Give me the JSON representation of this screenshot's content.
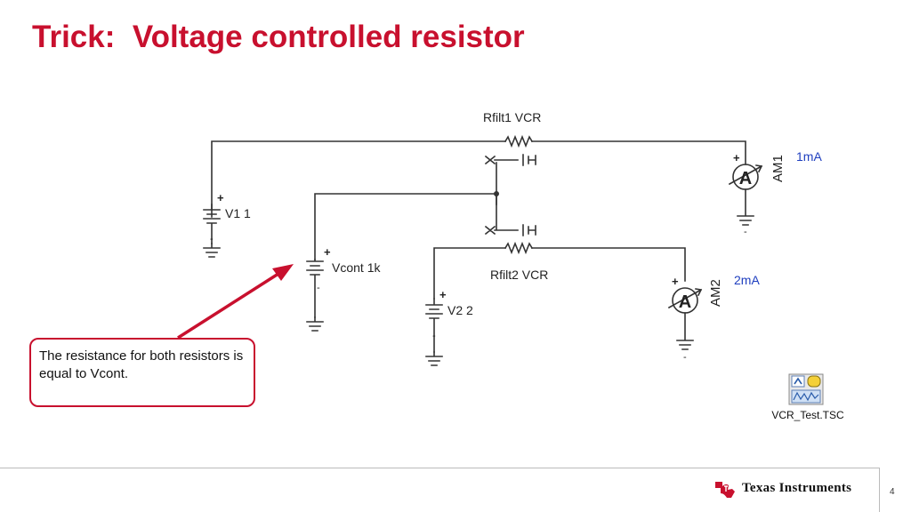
{
  "slide": {
    "title": "Trick:  Voltage controlled resistor",
    "callout": "The resistance for both resistors is equal to Vcont.",
    "file_label": "VCR_Test.TSC",
    "brand": "Texas Instruments",
    "page_number": "4"
  },
  "schematic": {
    "rfilt1": "Rfilt1 VCR",
    "rfilt2": "Rfilt2 VCR",
    "v1": "V1 1",
    "v2": "V2 2",
    "vcont": "Vcont 1k",
    "am1": "AM1",
    "am2": "AM2",
    "am1_reading": "1mA",
    "am2_reading": "2mA",
    "ammeter_symbol": "A",
    "plus_sign": "+",
    "minus_sign": "-"
  },
  "colors": {
    "accent_red": "#c8102e",
    "reading_blue": "#1f3fbf",
    "wire": "#333333"
  },
  "icons": [
    "tina-file-icon",
    "ti-logo-icon",
    "ground-icon",
    "battery-icon",
    "ammeter-icon",
    "resistor-icon",
    "arrow-icon"
  ]
}
